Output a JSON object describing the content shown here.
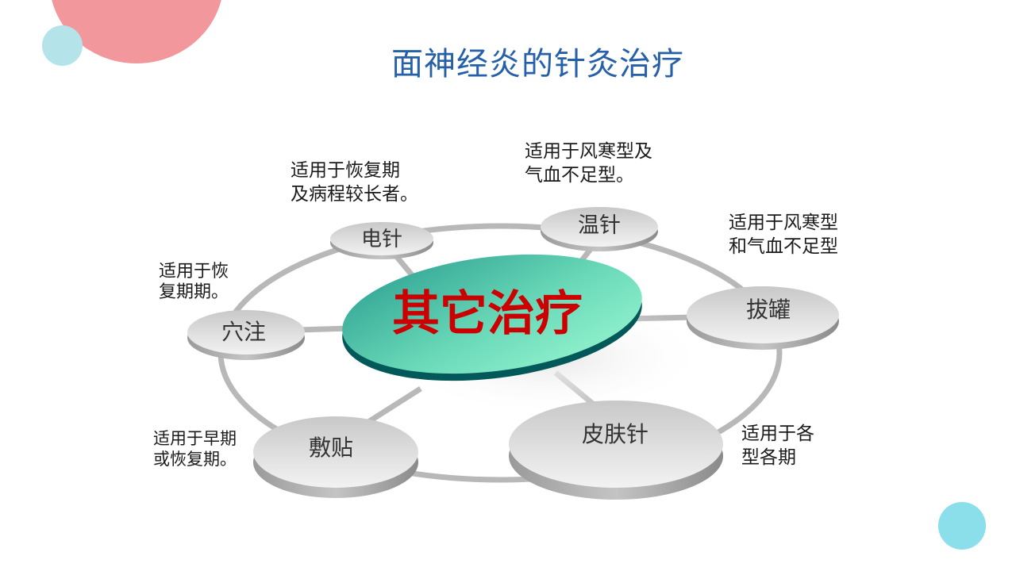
{
  "slide": {
    "title": "面神经炎的针灸治疗",
    "colors": {
      "title": "#2560A8",
      "center_text": "#CC0000",
      "center_disc_light": "#92F2CC",
      "center_disc_dark": "#2A9E90",
      "center_disc_edge": "#03585A",
      "node_fill": "#D8D8D8",
      "ring": "#B8B8B8",
      "deco_pink": "#F2979B",
      "deco_cyan_light": "#B5E3EA",
      "deco_cyan": "#8BDFEA"
    }
  },
  "diagram": {
    "center": {
      "label": "其它治疗"
    },
    "nodes": [
      {
        "id": "dianzhen",
        "label": "电针",
        "note": [
          "适用于恢复期",
          "及病程较长者。"
        ]
      },
      {
        "id": "wenzhen",
        "label": "温针",
        "note": [
          "适用于风寒型及",
          "气血不足型。"
        ]
      },
      {
        "id": "baguan",
        "label": "拔罐",
        "note": [
          "适用于风寒型",
          "和气血不足型"
        ]
      },
      {
        "id": "pifuzhen",
        "label": "皮肤针",
        "note": [
          "适用于各",
          "型各期"
        ]
      },
      {
        "id": "futie",
        "label": "敷贴",
        "note": [
          "适用于早期",
          "或恢复期。"
        ]
      },
      {
        "id": "xuezhu",
        "label": "穴注",
        "note": [
          "适用于恢",
          "复期期。"
        ]
      }
    ]
  }
}
